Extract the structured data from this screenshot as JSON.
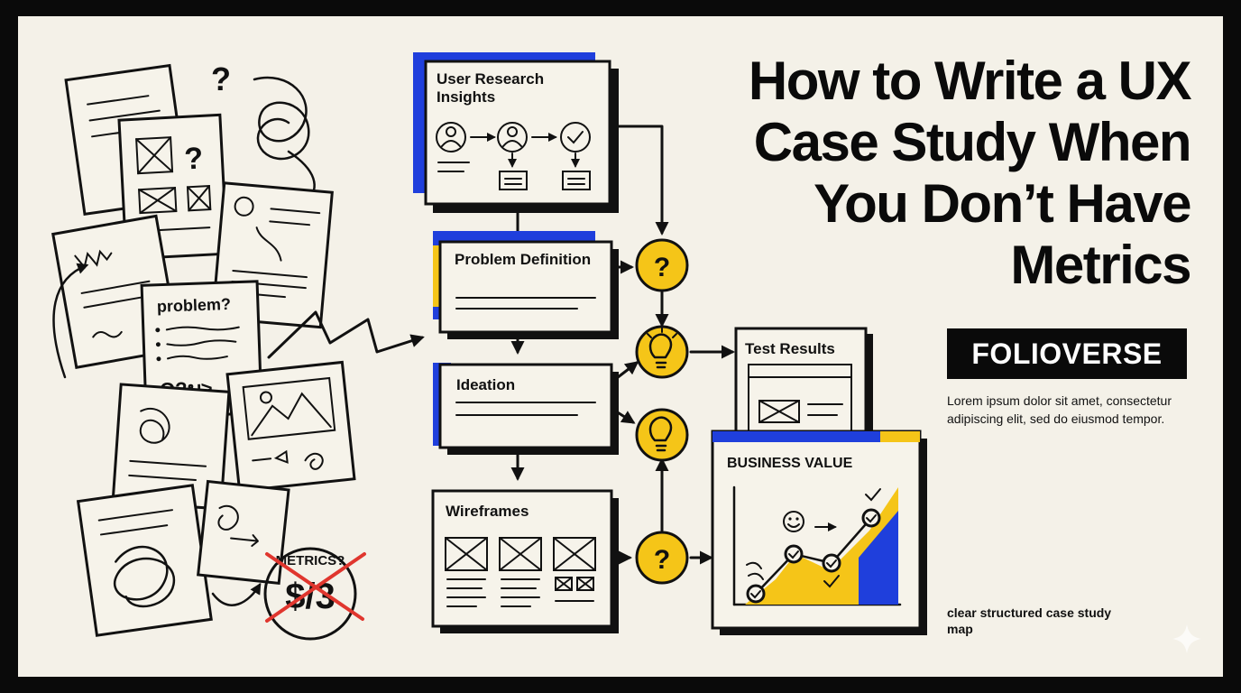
{
  "title": "How to Write a UX Case Study When You Don’t Have Metrics",
  "brand": "FOLIOVERSE",
  "description": "Lorem ipsum dolor sit amet, consectetur adipiscing elit, sed do eiusmod tempor.",
  "caption": "clear structured case study map",
  "sketch": {
    "question_mark": "?",
    "note_question": "?",
    "note_label": "problem?",
    "note_scribble": "O?ພ>",
    "metrics_label": "METRICS?",
    "money_label": "$/3"
  },
  "flow": {
    "research": "User Research Insights",
    "problem": "Problem Definition",
    "ideation": "Ideation",
    "wireframes": "Wireframes",
    "test_results": "Test Results",
    "business_value": "BUSINESS VALUE"
  },
  "nodes": {
    "question": "?"
  },
  "colors": {
    "background": "#f4f1e8",
    "ink": "#111111",
    "accent_blue": "#1f3fdc",
    "accent_yellow": "#f5c518",
    "cross_red": "#e0362e"
  },
  "icons": [
    "user-icon",
    "check-icon",
    "lightbulb-icon",
    "smiley-icon",
    "image-placeholder-icon"
  ]
}
